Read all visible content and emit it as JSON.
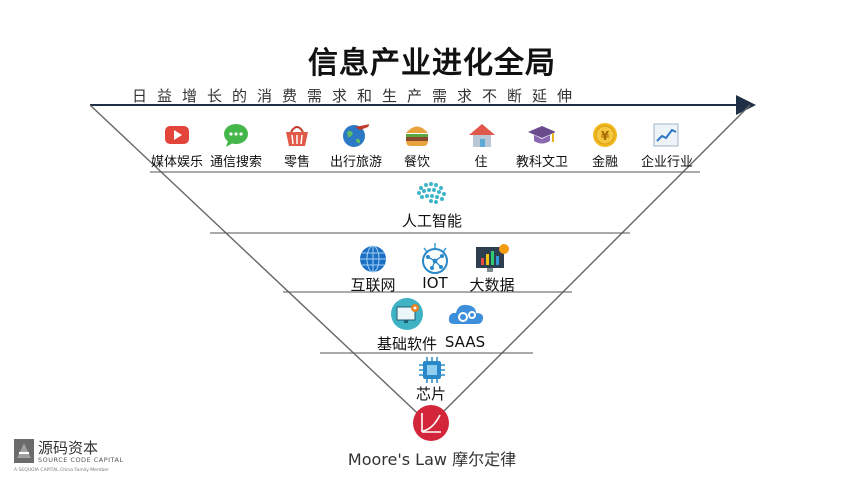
{
  "title": "信息产业进化全局",
  "arrow_caption": "日益增长的消费需求和生产需求不断延伸",
  "consumer": [
    {
      "label": "媒体娱乐",
      "icon": "video-play-icon"
    },
    {
      "label": "通信搜索",
      "icon": "chat-bubble-icon"
    },
    {
      "label": "零售",
      "icon": "shopping-basket-icon"
    },
    {
      "label": "出行旅游",
      "icon": "globe-plane-icon"
    },
    {
      "label": "餐饮",
      "icon": "burger-icon"
    },
    {
      "label": "住",
      "icon": "house-icon"
    },
    {
      "label": "教科文卫",
      "icon": "graduation-cap-icon"
    },
    {
      "label": "金融",
      "icon": "yen-coin-icon"
    },
    {
      "label": "企业行业",
      "icon": "line-chart-icon"
    }
  ],
  "ai": {
    "label": "人工智能",
    "icon": "brain-icon"
  },
  "tech": [
    {
      "label": "互联网",
      "icon": "globe-icon"
    },
    {
      "label": "IOT",
      "icon": "iot-network-icon"
    },
    {
      "label": "大数据",
      "icon": "bar-chart-monitor-icon"
    }
  ],
  "software": [
    {
      "label": "基础软件",
      "icon": "monitor-gear-icon"
    },
    {
      "label": "SAAS",
      "icon": "cloud-gears-icon"
    }
  ],
  "chip": {
    "label": "芯片",
    "icon": "chip-icon"
  },
  "moore": {
    "label": "Moore's Law  摩尔定律",
    "icon": "moore-curve-icon"
  },
  "brand": {
    "name": "源码资本",
    "sub": "SOURCE CODE CAPITAL",
    "tagline": "A SEQUOIA CAPITAL China Family Member"
  },
  "colors": {
    "arrow": "#1f2f45",
    "lines": "#555555",
    "moore_red": "#d3263a"
  }
}
